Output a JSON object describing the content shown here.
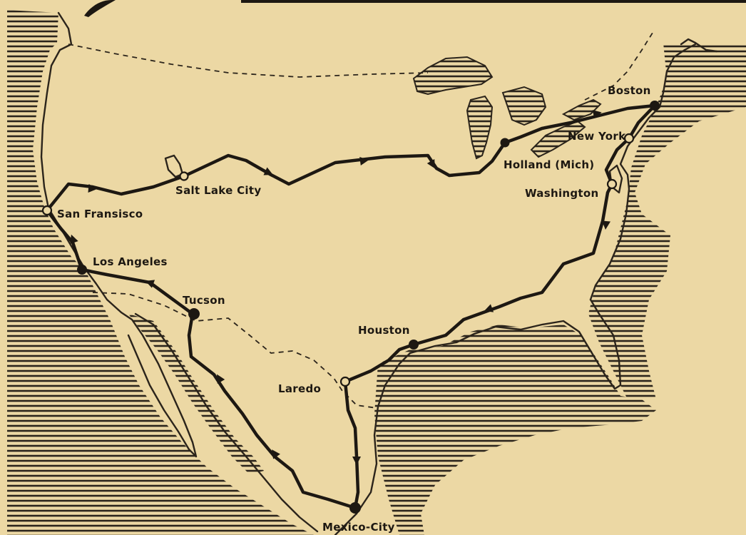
{
  "map": {
    "colors": {
      "paper": "#ecd8a4",
      "ink": "#1d1812",
      "hatch": "#2b241b"
    },
    "cities": [
      {
        "id": "boston",
        "name": "Boston",
        "marker": "dot"
      },
      {
        "id": "new-york",
        "name": "New York",
        "marker": "ring"
      },
      {
        "id": "holland-mich",
        "name": "Holland (Mich)",
        "marker": "dot"
      },
      {
        "id": "washington",
        "name": "Washington",
        "marker": "ring"
      },
      {
        "id": "salt-lake-city",
        "name": "Salt Lake City",
        "marker": "ring"
      },
      {
        "id": "san-fransisco",
        "name": "San Fransisco",
        "marker": "ring"
      },
      {
        "id": "los-angeles",
        "name": "Los Angeles",
        "marker": "dot"
      },
      {
        "id": "tucson",
        "name": "Tucson",
        "marker": "dot"
      },
      {
        "id": "houston",
        "name": "Houston",
        "marker": "dot"
      },
      {
        "id": "laredo",
        "name": "Laredo",
        "marker": "ring"
      },
      {
        "id": "mexico-city",
        "name": "Mexico-City",
        "marker": "dot"
      }
    ],
    "route_icon": "route-arrow-icon"
  }
}
